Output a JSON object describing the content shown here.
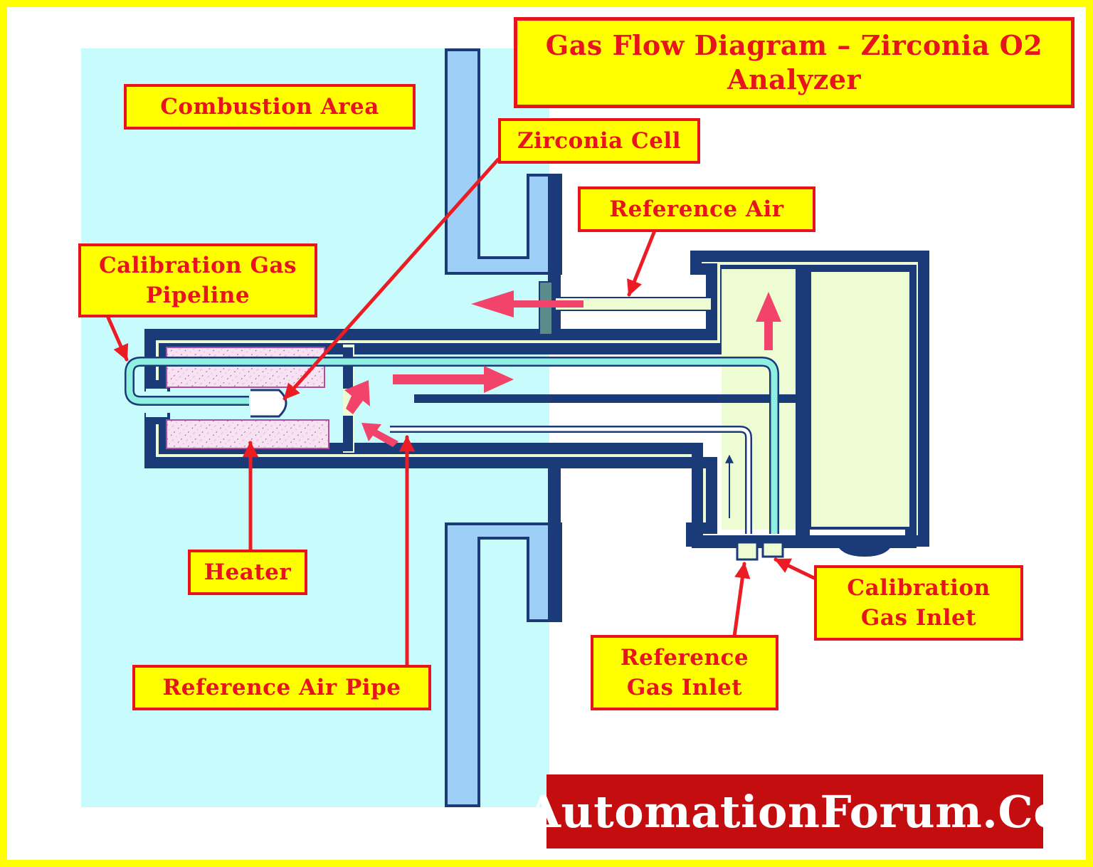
{
  "title": {
    "line1": "Gas Flow Diagram – Zirconia O2",
    "line2": "Analyzer"
  },
  "labels": {
    "combustion_area": "Combustion Area",
    "zirconia_cell": "Zirconia Cell",
    "reference_air": "Reference Air",
    "calibration_gas_pipeline": {
      "line1": "Calibration Gas",
      "line2": "Pipeline"
    },
    "heater": "Heater",
    "reference_air_pipe": "Reference Air Pipe",
    "reference_gas_inlet": {
      "line1": "Reference",
      "line2": "Gas Inlet"
    },
    "calibration_gas_inlet": {
      "line1": "Calibration",
      "line2": "Gas Inlet"
    }
  },
  "brand": "AutomationForum.Co",
  "colors": {
    "frame": "#ffff00",
    "label_fill": "#ffff00",
    "label_text_border": "#e8141b",
    "combustion_area": "#c8fcfc",
    "wall_fill": "#9ecff7",
    "housing_stroke": "#1b3a78",
    "probe_interior": "#edfcd2",
    "pipe": "#8ff0e2",
    "flow_arrow": "#f2436a",
    "callout_arrow": "#ec1c24",
    "brand_bg": "#c30d0f"
  }
}
